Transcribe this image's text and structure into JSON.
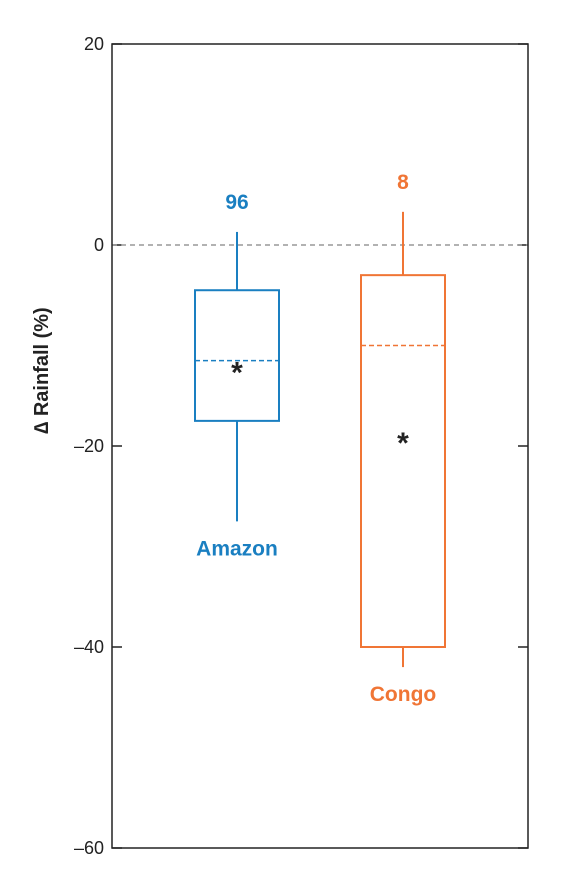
{
  "chart_data": {
    "type": "box",
    "ylabel": "∆ Rainfall (%)",
    "ylim": [
      -60,
      20
    ],
    "yticks": [
      20,
      0,
      -20,
      -40,
      -60
    ],
    "ytick_labels": [
      "20",
      "0",
      "–20",
      "–40",
      "–60"
    ],
    "reference_line": 0,
    "grid": false,
    "series": [
      {
        "name": "Amazon",
        "count_label": "96",
        "color": "#1a7fc1",
        "whisker_low": -27.5,
        "q1": -17.5,
        "median": -11.5,
        "q3": -4.5,
        "whisker_high": 1.3,
        "mean": -12.0
      },
      {
        "name": "Congo",
        "count_label": "8",
        "color": "#f07535",
        "whisker_low": -42.0,
        "q1": -40.0,
        "median": -10.0,
        "q3": -3.0,
        "whisker_high": 3.3,
        "mean": -19.0
      }
    ],
    "mean_symbol": "*"
  }
}
